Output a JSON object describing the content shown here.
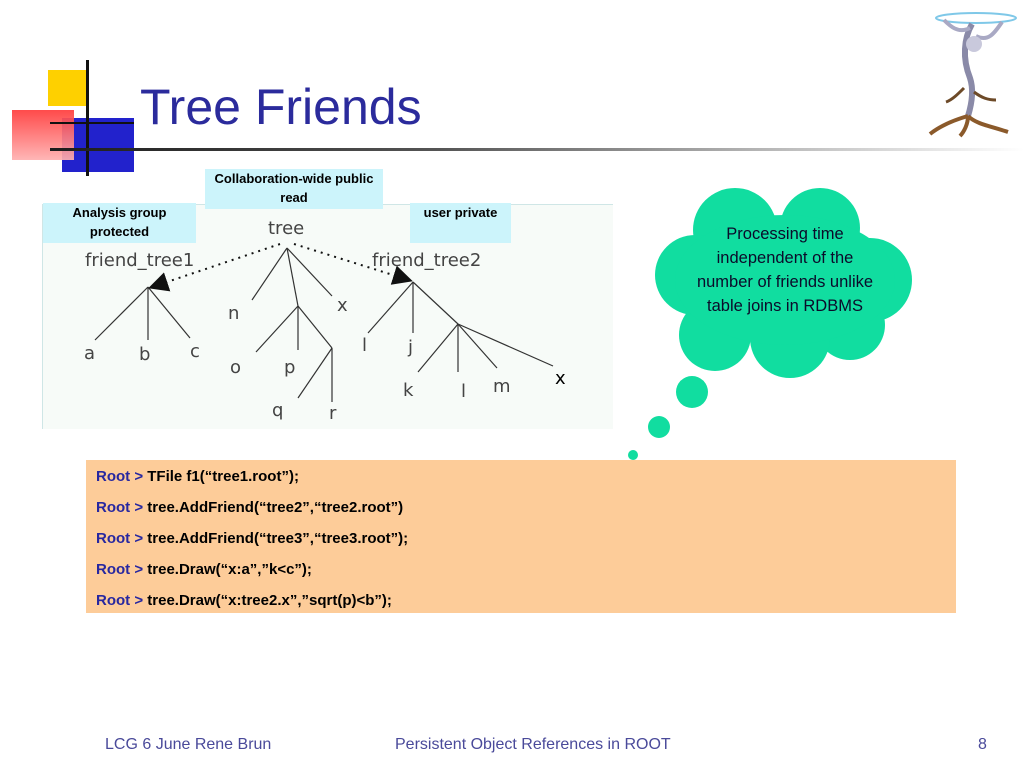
{
  "slide": {
    "title": "Tree Friends",
    "labels": {
      "collab": "Collaboration-wide public read",
      "analysis": "Analysis group protected",
      "user": "user private"
    },
    "trees": {
      "friend_tree1": {
        "name": "friend_tree1",
        "leaves": [
          "a",
          "b",
          "c"
        ]
      },
      "tree": {
        "name": "tree",
        "nodes": [
          "n",
          "x",
          "o",
          "p",
          "q",
          "r"
        ]
      },
      "friend_tree2": {
        "name": "friend_tree2",
        "nodes": [
          "l",
          "j",
          "k",
          "l",
          "m"
        ]
      },
      "x_marker": "x"
    },
    "cloud_text": "Processing time independent of the number of friends unlike table joins in RDBMS",
    "code": [
      {
        "prompt": "Root >",
        "cmd": "TFile f1(“tree1.root”);"
      },
      {
        "prompt": "Root >",
        "cmd": "tree.AddFriend(“tree2”,“tree2.root”)"
      },
      {
        "prompt": "Root >",
        "cmd": "tree.AddFriend(“tree3”,“tree3.root”);"
      },
      {
        "prompt": "Root >",
        "cmd": "tree.Draw(“x:a”,”k<c”);"
      },
      {
        "prompt": "Root >",
        "cmd": "tree.Draw(“x:tree2.x”,”sqrt(p)<b”);"
      }
    ]
  },
  "footer": {
    "left": "LCG 6 June  Rene Brun",
    "center": "Persistent Object References in ROOT",
    "page": "8"
  },
  "colors": {
    "title": "#2b2b9c",
    "cloud": "#11dda0",
    "code_bg": "#fdcc99",
    "label_bg": "#ccf4fb",
    "prompt": "#2727a0"
  },
  "icons": {
    "logo": "squares-logo-icon",
    "mascot": "tree-figure-icon"
  }
}
